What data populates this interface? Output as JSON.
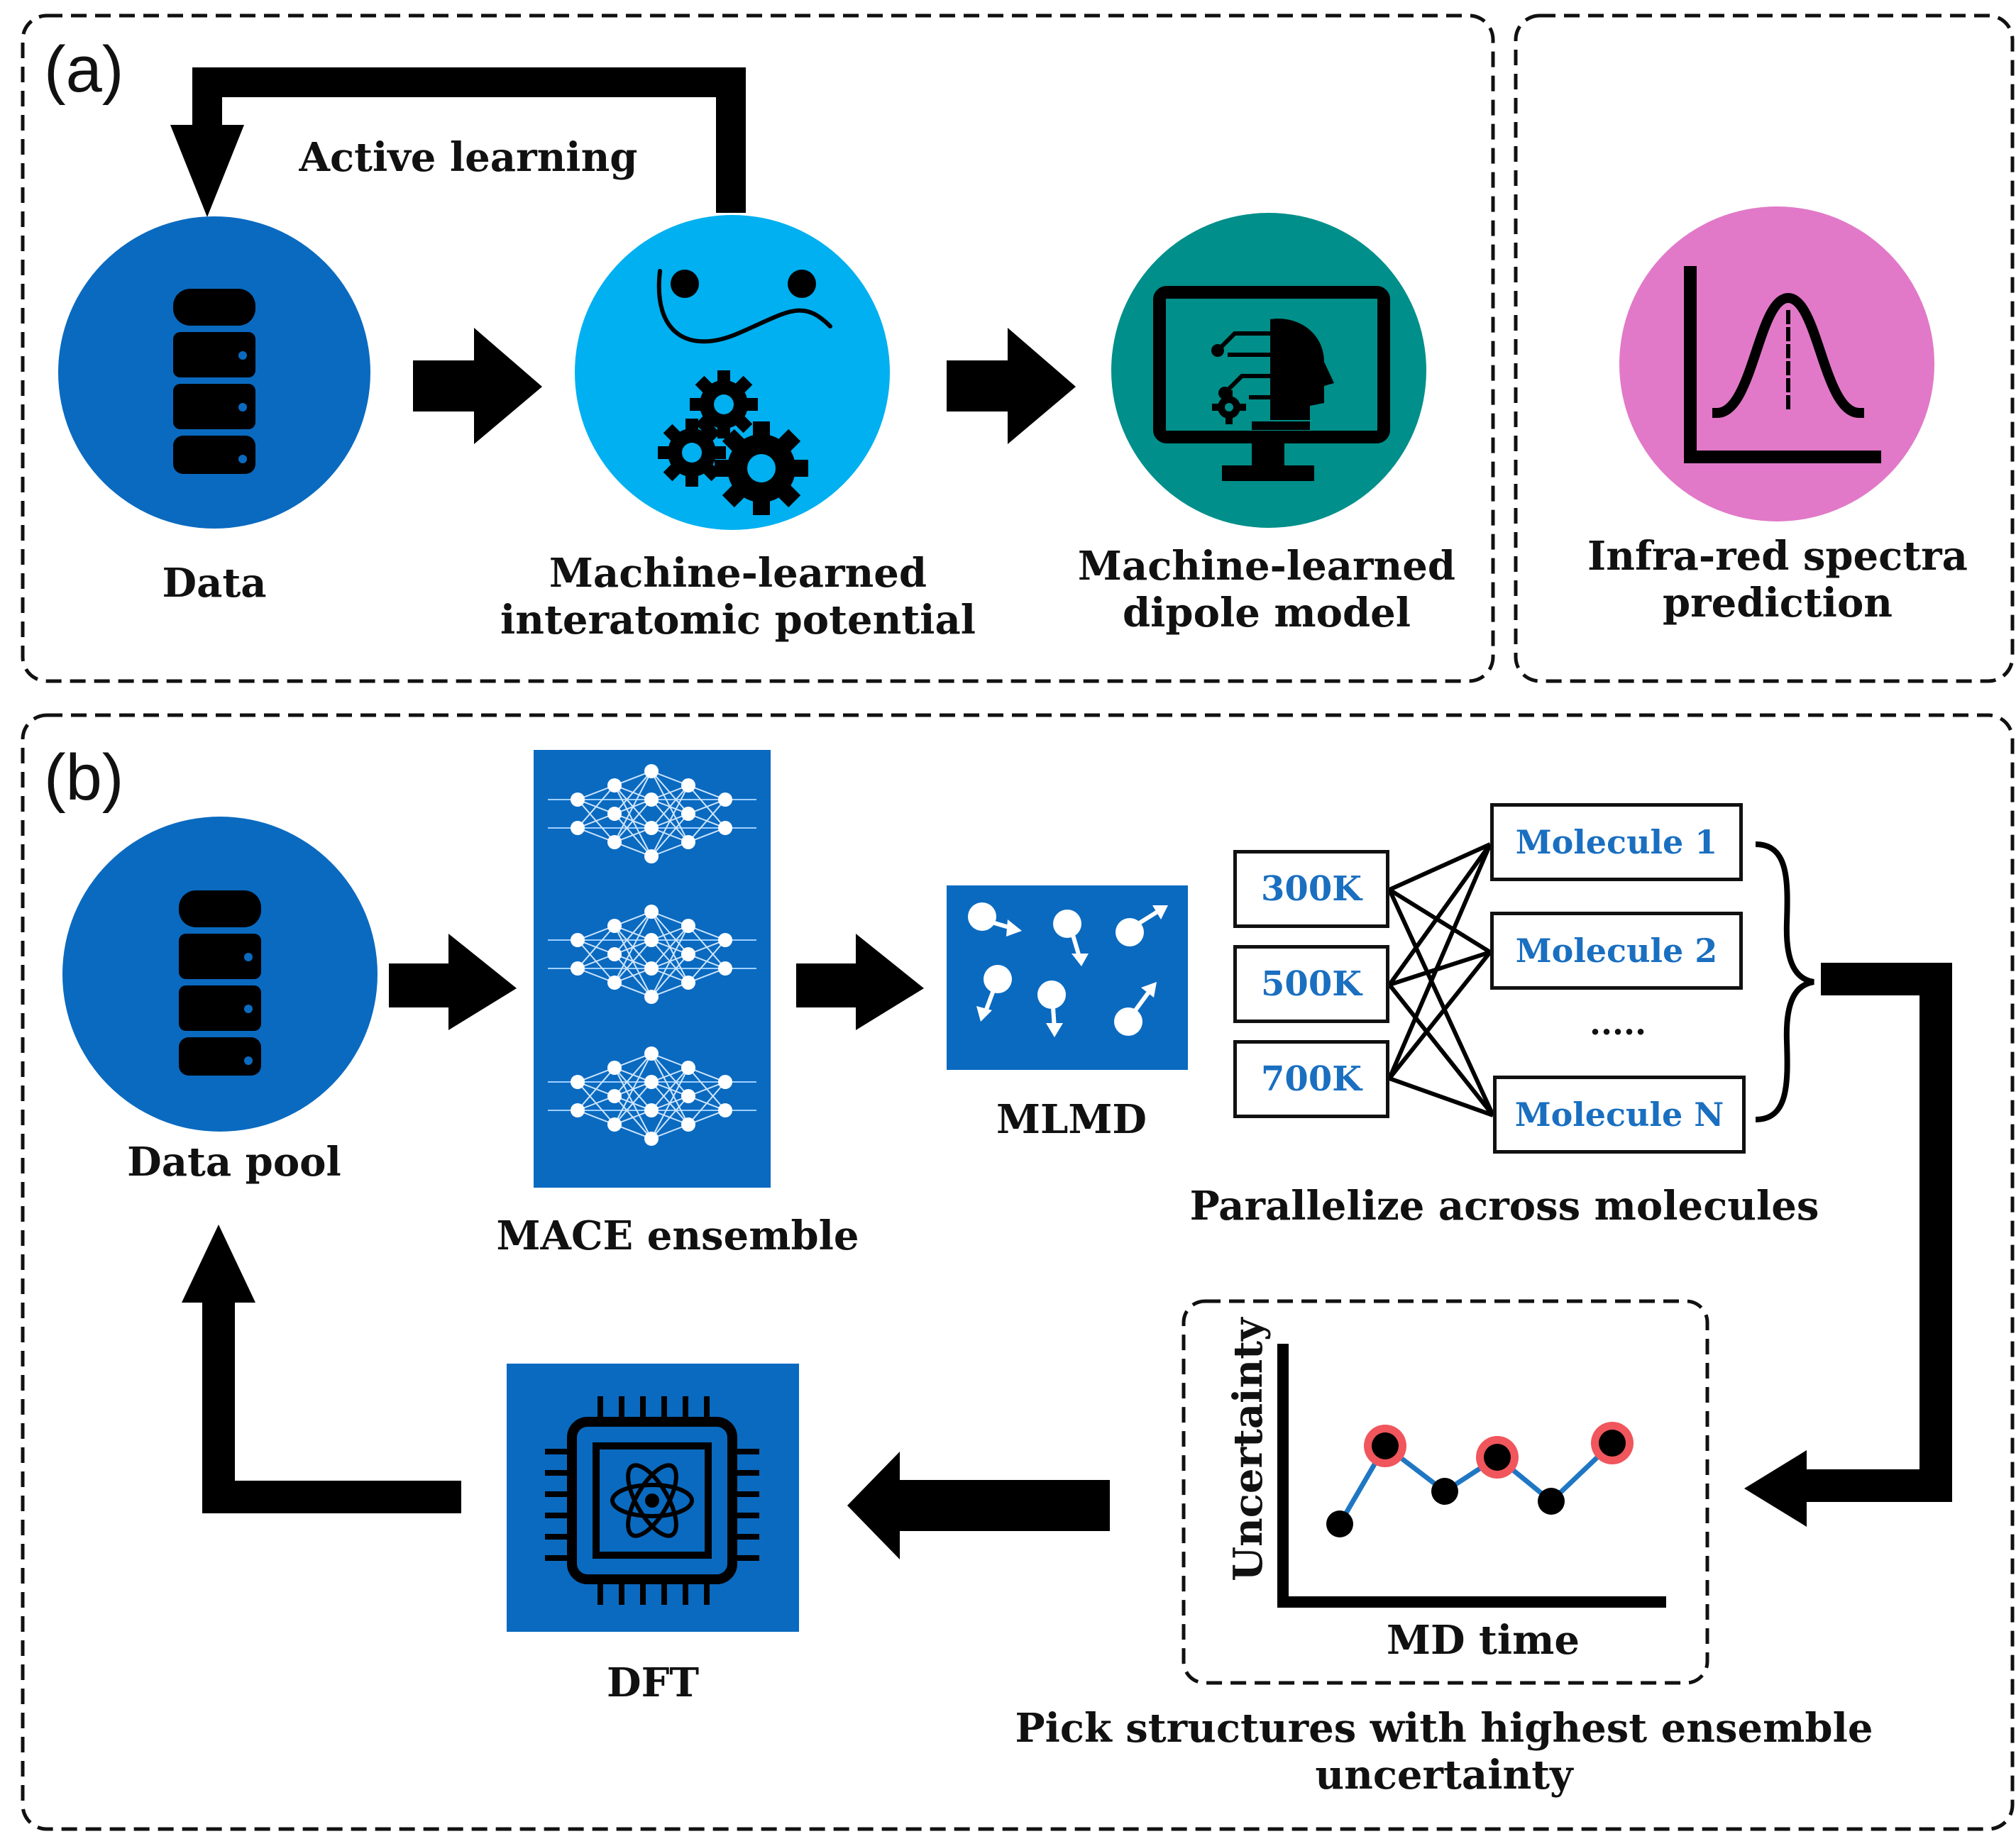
{
  "panel_a": {
    "letter": "(a)",
    "feedback_label": "Active learning",
    "data_label": "Data",
    "mlip_label_line1": "Machine-learned",
    "mlip_label_line2": "interatomic potential",
    "dipole_label_line1": "Machine-learned",
    "dipole_label_line2": "dipole model",
    "ir_label_line1": "Infra-red spectra",
    "ir_label_line2": "prediction"
  },
  "panel_b": {
    "letter": "(b)",
    "pool_label": "Data pool",
    "mace_label": "MACE ensemble",
    "mlmd_label": "MLMD",
    "temperatures": [
      "300K",
      "500K",
      "700K"
    ],
    "molecules": [
      "Molecule 1",
      "Molecule 2",
      "Molecule N"
    ],
    "molecules_ellipsis": ".....",
    "parallel_label": "Parallelize across molecules",
    "uncertainty_axis_y": "Uncertainty",
    "uncertainty_axis_x": "MD time",
    "pick_label_line1": "Pick structures with highest ensemble",
    "pick_label_line2": "uncertainty",
    "dft_label": "DFT"
  },
  "colors": {
    "data_circle": "#0a6ac0",
    "mlip_circle": "#00b0f0",
    "dipole_circle": "#008f8a",
    "ir_circle": "#e179c8",
    "mace_box": "#0a6ac0",
    "molecule_text": "#1a6fc0",
    "highlight": "#f0565c",
    "line_blue": "#1f77c4"
  }
}
